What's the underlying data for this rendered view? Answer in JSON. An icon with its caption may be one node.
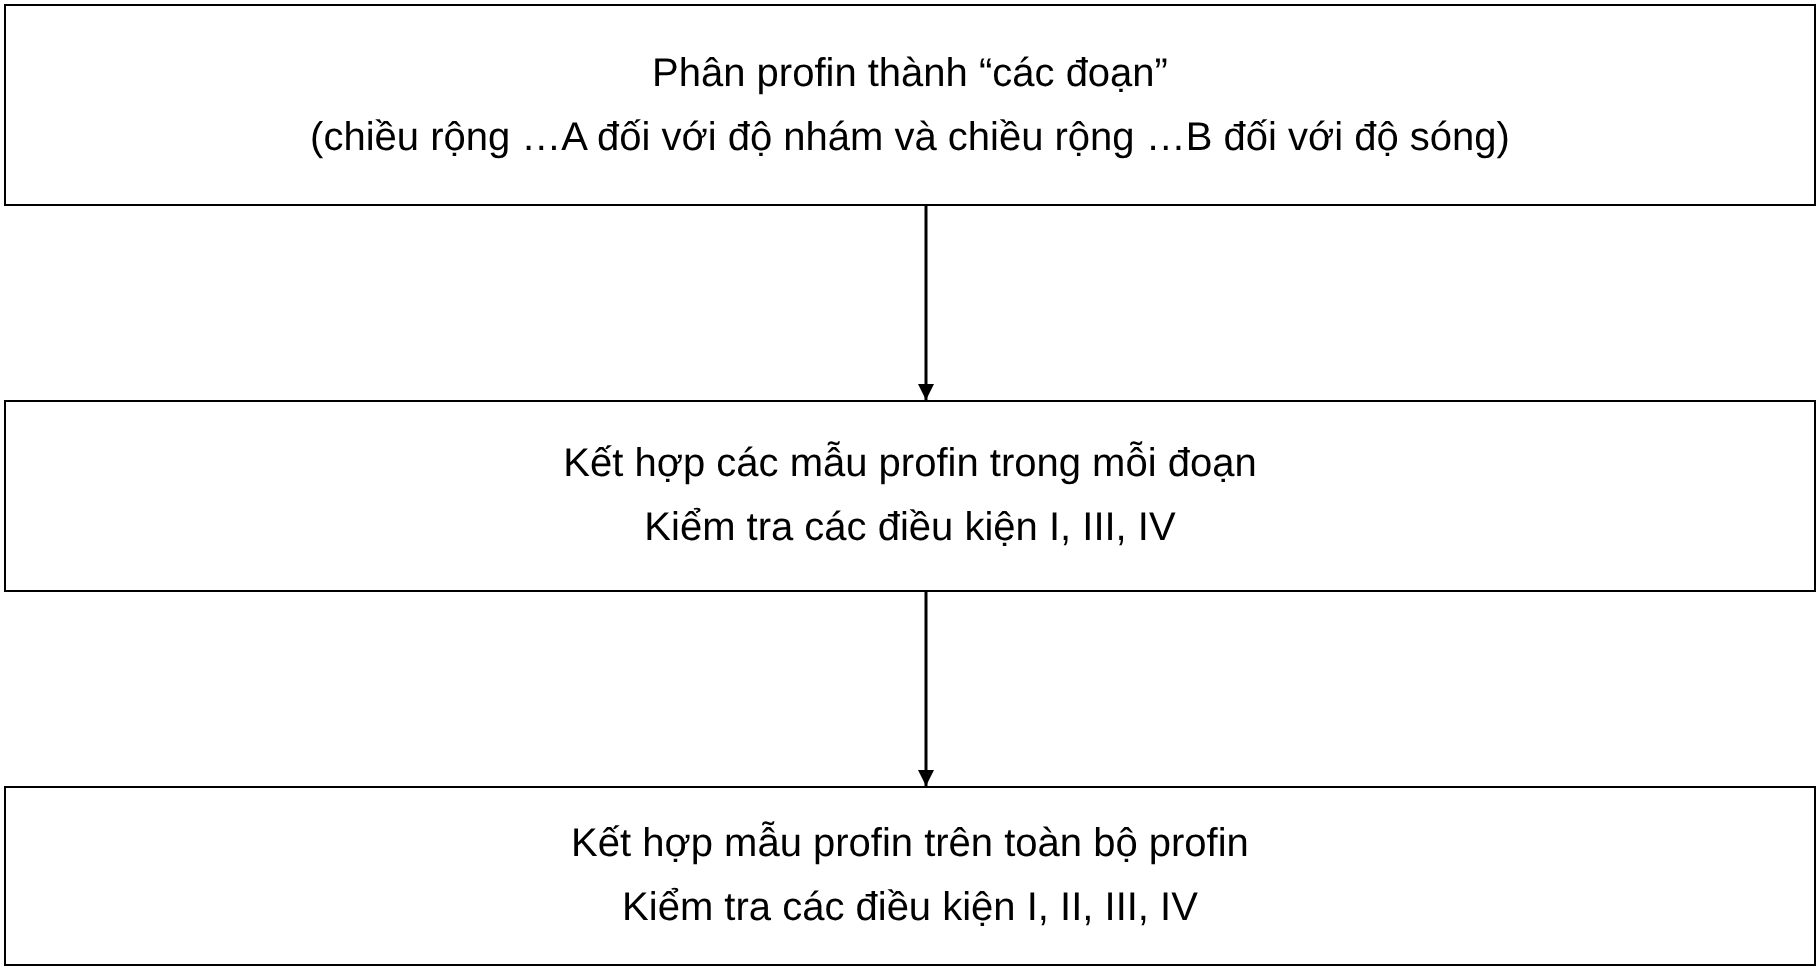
{
  "diagram": {
    "nodes": [
      {
        "text": [
          "Phân profin thành “các đoạn”",
          "(chiều rộng …A đối với độ nhám và chiều rộng …B đối với độ sóng)"
        ]
      },
      {
        "text": [
          "Kết hợp các mẫu profin trong mỗi đoạn",
          "Kiểm tra các điều kiện I, III, IV"
        ]
      },
      {
        "text": [
          "Kết hợp mẫu profin trên toàn bộ profin",
          "Kiểm tra các điều kiện I, II, III, IV"
        ]
      }
    ],
    "edges": [
      {
        "from": 0,
        "to": 1,
        "arrow": "to"
      },
      {
        "from": 1,
        "to": 2,
        "arrow": "to"
      }
    ]
  }
}
